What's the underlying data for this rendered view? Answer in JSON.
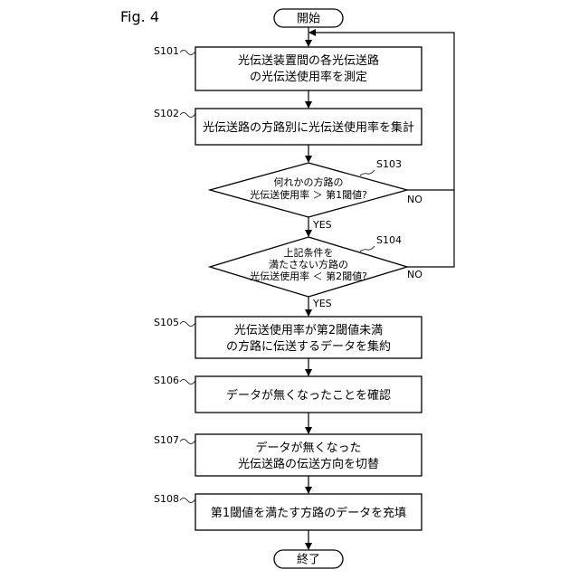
{
  "figure": {
    "label": "Fig. 4"
  },
  "terminals": {
    "start": "開始",
    "end": "終了"
  },
  "steps": [
    {
      "id": "S101",
      "lines": [
        "光伝送装置間の各光伝送路",
        "の光伝送使用率を測定"
      ]
    },
    {
      "id": "S102",
      "lines": [
        "光伝送路の方路別に光伝送使用率を集計"
      ]
    },
    {
      "id": "S105",
      "lines": [
        "光伝送使用率が第2閾値未満",
        "の方路に伝送するデータを集約"
      ]
    },
    {
      "id": "S106",
      "lines": [
        "データが無くなったことを確認"
      ]
    },
    {
      "id": "S107",
      "lines": [
        "データが無くなった",
        "光伝送路の伝送方向を切替"
      ]
    },
    {
      "id": "S108",
      "lines": [
        "第1閾値を満たす方路のデータを充填"
      ]
    }
  ],
  "decisions": [
    {
      "id": "S103",
      "lines": [
        "何れかの方路の",
        "光伝送使用率 ＞ 第1閾値?"
      ],
      "yes": "YES",
      "no": "NO"
    },
    {
      "id": "S104",
      "lines": [
        "上記条件を",
        "満たさない方路の",
        "光伝送使用率 ＜ 第2閾値?"
      ],
      "yes": "YES",
      "no": "NO"
    }
  ]
}
